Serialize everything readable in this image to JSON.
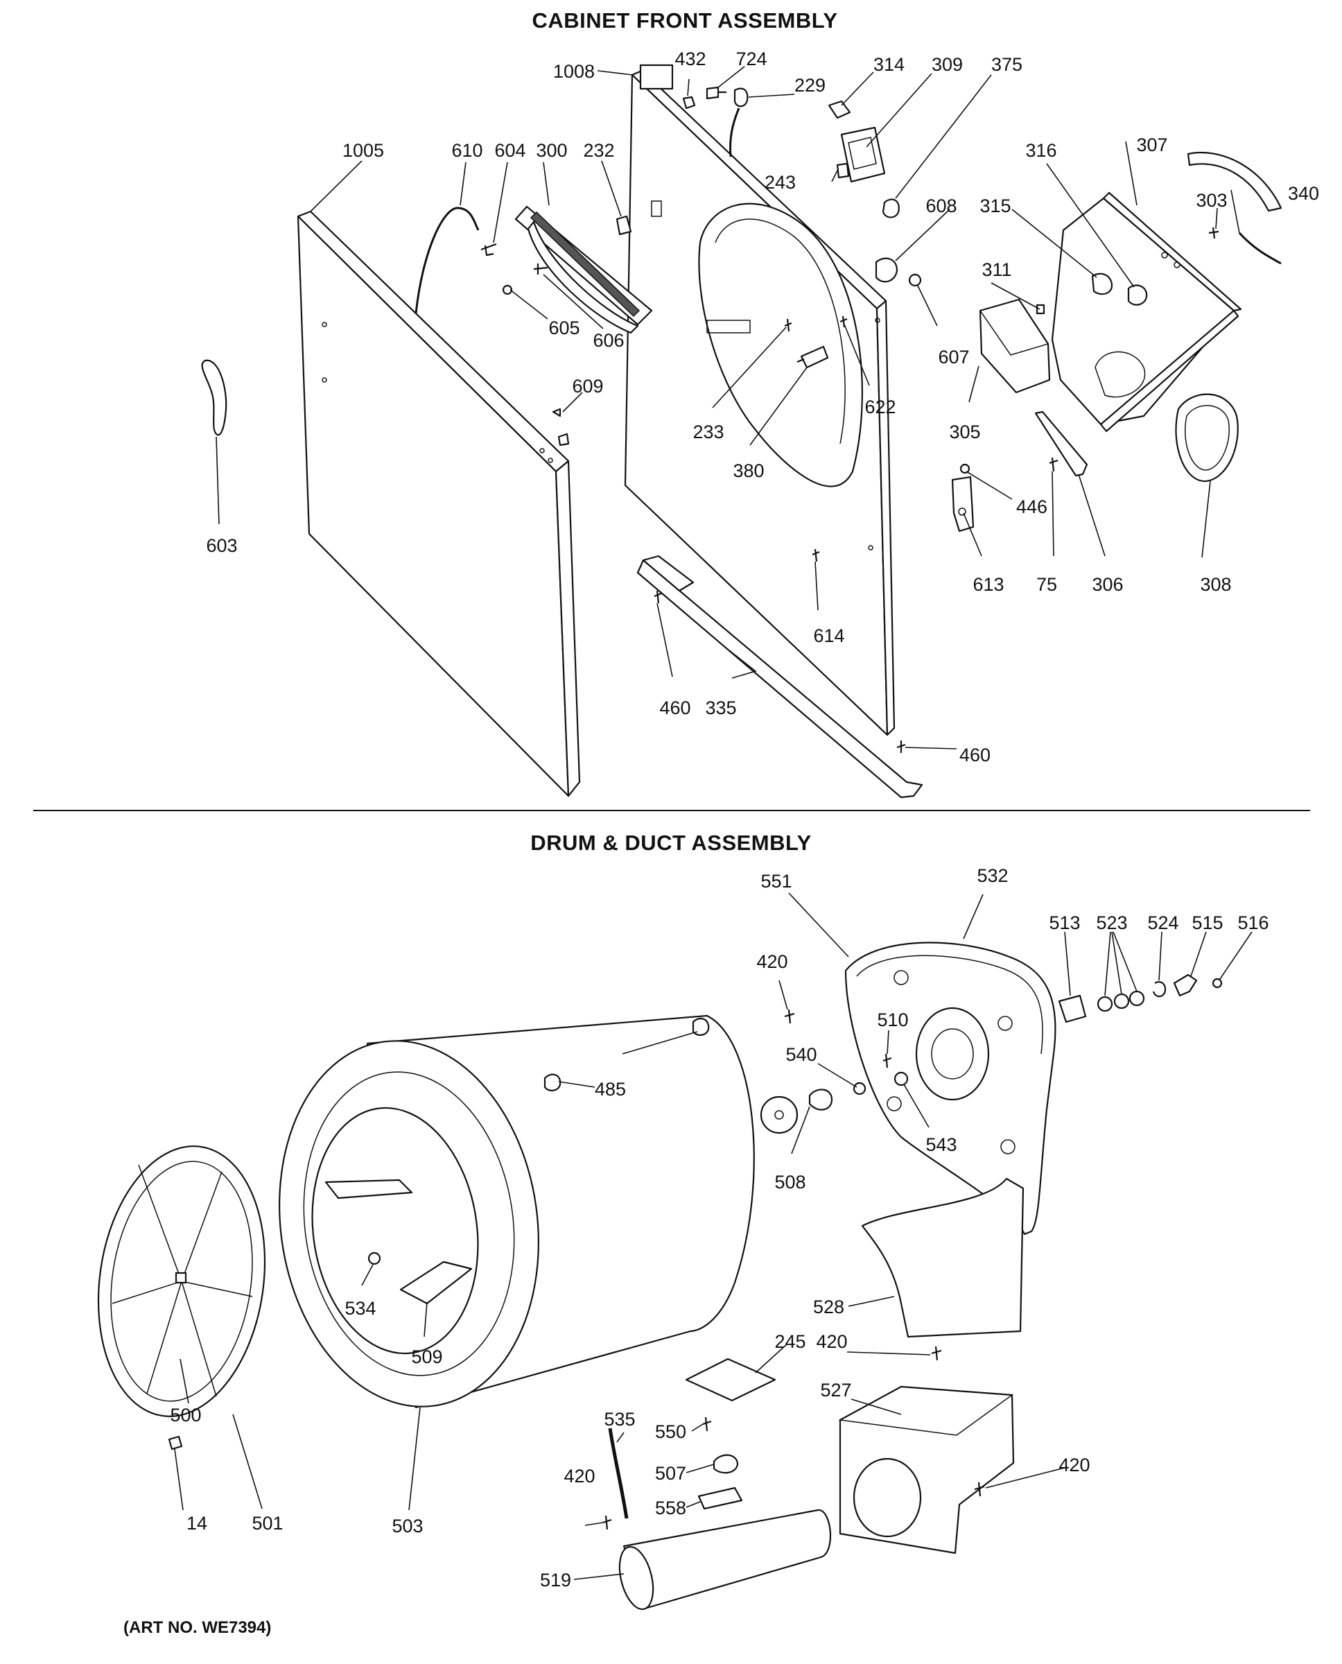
{
  "titles": {
    "cabinet": "CABINET FRONT ASSEMBLY",
    "drum": "DRUM & DUCT ASSEMBLY",
    "art_no": "(ART NO. WE7394)"
  },
  "cabinet_parts": [
    "1008",
    "432",
    "724",
    "229",
    "314",
    "309",
    "375",
    "1005",
    "610",
    "604",
    "300",
    "232",
    "243",
    "316",
    "307",
    "340",
    "303",
    "315",
    "608",
    "311",
    "605",
    "606",
    "607",
    "305",
    "609",
    "233",
    "380",
    "622",
    "446",
    "613",
    "75",
    "306",
    "308",
    "603",
    "614",
    "460",
    "335",
    "460"
  ],
  "drum_parts": [
    "551",
    "532",
    "513",
    "523",
    "524",
    "515",
    "516",
    "420",
    "510",
    "540",
    "485",
    "543",
    "508",
    "534",
    "509",
    "528",
    "245",
    "420",
    "527",
    "535",
    "550",
    "500",
    "507",
    "420",
    "420",
    "558",
    "14",
    "501",
    "503",
    "519"
  ]
}
